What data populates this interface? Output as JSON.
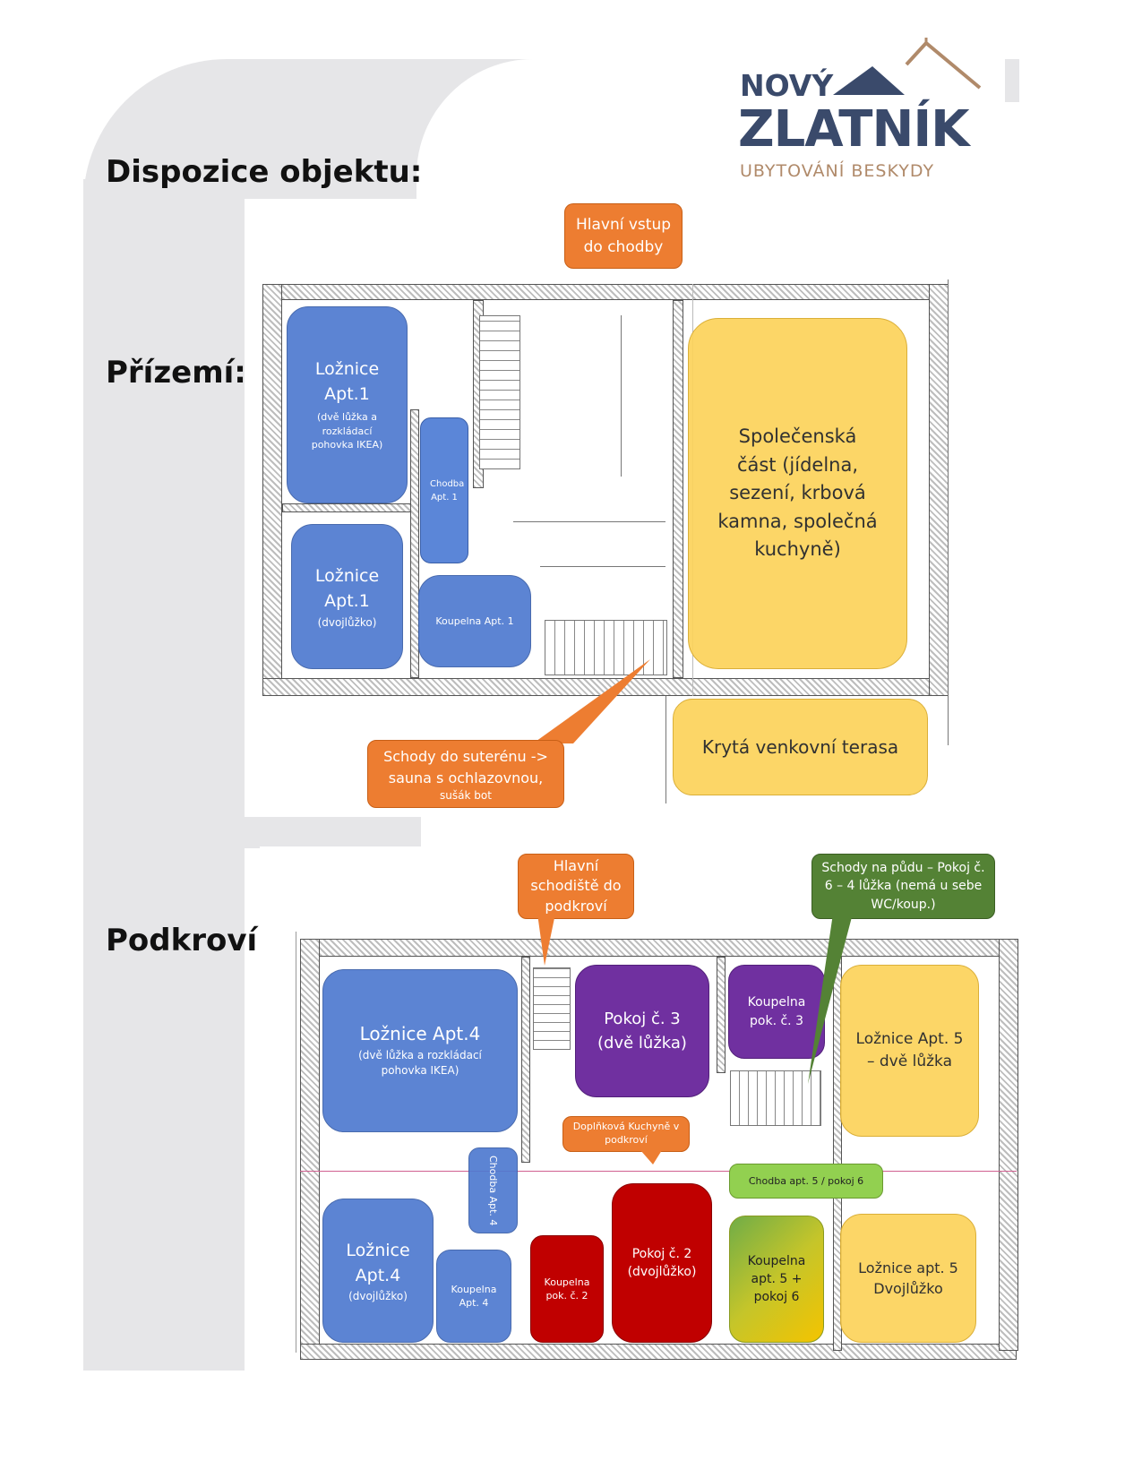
{
  "logo": {
    "line1": "NOVÝ",
    "line2": "ZLATNÍK",
    "line3": "UBYTOVÁNÍ BESKYDY"
  },
  "title": "Dispozice objektu:",
  "floors": {
    "ground": "Přízemí:",
    "attic": "Podkroví:"
  },
  "ground_rooms": {
    "bedroom1_title": "Ložnice Apt.1",
    "bedroom1_note": "(dvě lůžka a rozkládací pohovka IKEA)",
    "bedroom2_title": "Ložnice Apt.1",
    "bedroom2_note": "(dvojlůžko)",
    "hallway": "Chodba Apt. 1",
    "bathroom": "Koupelna Apt. 1",
    "common_area": "Společenská část (jídelna, sezení, krbová kamna, společná kuchyně)",
    "terrace": "Krytá venkovní terasa"
  },
  "ground_callouts": {
    "entrance": "Hlavní vstup do chodby",
    "stairs_main": "Schody do suterénu -> sauna s ochlazovnou,",
    "stairs_sub": "sušák bot"
  },
  "attic_rooms": {
    "apt4_bedroom1_title": "Ložnice Apt.4",
    "apt4_bedroom1_note": "(dvě lůžka a rozkládací pohovka IKEA)",
    "apt4_hallway": "Chodba Apt. 4",
    "apt4_bedroom2_title": "Ložnice Apt.4",
    "apt4_bedroom2_note": "(dvojlůžko)",
    "apt4_bathroom": "Koupelna Apt. 4",
    "room3": "Pokoj č. 3 (dvě lůžka)",
    "room3_bathroom": "Koupelna pok. č. 3",
    "apt5_bedroom1": "Ložnice Apt. 5 – dvě lůžka",
    "hallway_apt5": "Chodba apt. 5 / pokoj 6",
    "room2_bathroom": "Koupelna pok. č. 2",
    "room2": "Pokoj č. 2 (dvojlůžko)",
    "bathroom_apt5_room6": "Koupelna apt. 5 + pokoj 6",
    "apt5_bedroom2": "Ložnice apt. 5 Dvojlůžko"
  },
  "attic_callouts": {
    "main_stairs": "Hlavní schodiště do podkroví",
    "stairs_loft": "Schody na půdu – Pokoj č. 6 – 4 lůžka (nemá u sebe WC/koup.)",
    "kitchen": "Doplňková Kuchyně v podkroví"
  },
  "colors": {
    "blue": "#4f7ad0",
    "yellow": "#fcd35c",
    "orange": "#ed7d31",
    "purple": "#7030a0",
    "red": "#c00000",
    "green": "#548235",
    "logo_navy": "#3a4a6b",
    "logo_tan": "#b08a6a"
  }
}
